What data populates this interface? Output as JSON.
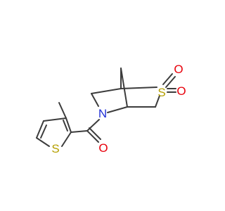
{
  "molecule": {
    "atoms": {
      "sulfone_sulfur": {
        "symbol": "S",
        "color": "#b5a000"
      },
      "sulfone_oxygen_1": {
        "symbol": "O",
        "color": "#e8000b"
      },
      "sulfone_oxygen_2": {
        "symbol": "O",
        "color": "#e8000b"
      },
      "amide_nitrogen": {
        "symbol": "N",
        "color": "#1f2fd6"
      },
      "carbonyl_oxygen": {
        "symbol": "O",
        "color": "#e8000b"
      },
      "thiophene_sulfur": {
        "symbol": "S",
        "color": "#b5a000"
      }
    },
    "bond_color": "#3c3c3c"
  }
}
